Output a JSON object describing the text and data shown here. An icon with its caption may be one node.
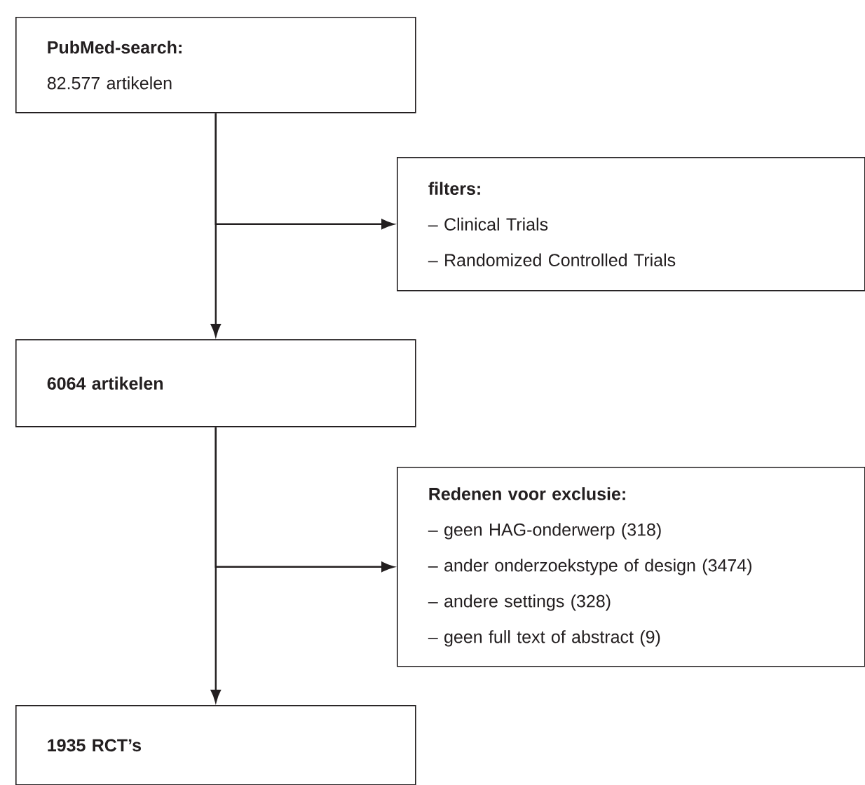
{
  "diagram": {
    "nodes": [
      {
        "text": [
          "PubMed-search:",
          "82.577 artikelen"
        ]
      },
      {
        "text": [
          "filters:",
          "– Clinical Trials",
          "– Randomized Controlled Trials"
        ]
      },
      {
        "text": [
          "6064 artikelen"
        ]
      },
      {
        "text": [
          "Redenen voor exclusie:",
          "– geen HAG-onderwerp (318)",
          "– ander onderzoekstype of design (3474)",
          "– andere settings (328)",
          "– geen full text of abstract (9)"
        ]
      },
      {
        "text": [
          "1935 RCT’s"
        ]
      }
    ],
    "edges": [
      {
        "from": 0,
        "to": 2,
        "arrow": "to"
      },
      {
        "from": 0,
        "to": 1,
        "arrow": "to"
      },
      {
        "from": 2,
        "to": 4,
        "arrow": "to"
      },
      {
        "from": 2,
        "to": 3,
        "arrow": "to"
      }
    ]
  }
}
